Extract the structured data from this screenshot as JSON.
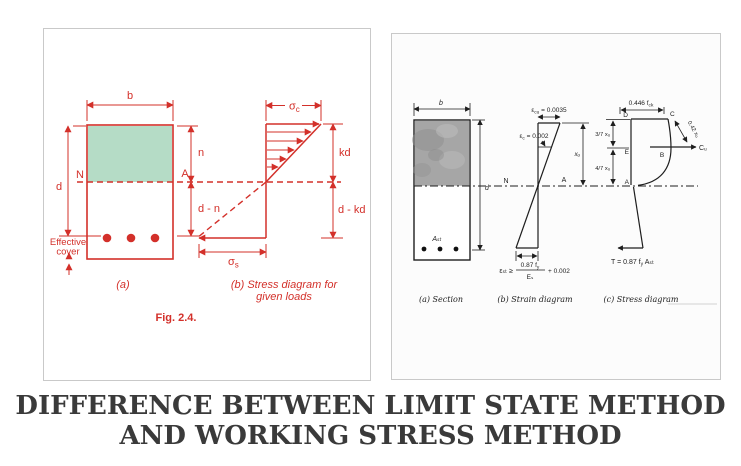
{
  "title": {
    "line1": "DIFFERENCE BETWEEN LIMIT STATE METHOD",
    "line2": "AND WORKING STRESS METHOD"
  },
  "colors": {
    "figure_red": "#d3302a",
    "compression_green": "#b5dcc6",
    "ink_black": "#1e1e1e",
    "panel_border": "#c9c9c9",
    "title_color": "#3a3a3a",
    "concrete_gray": "#a6a6a6"
  },
  "wsm": {
    "dim_b": "b",
    "dim_d": "d",
    "dim_n": "n",
    "dim_dn": "d - n",
    "dim_kd": "kd",
    "dim_dkd": "d - kd",
    "na_n": "N",
    "na_a": "A",
    "cover1": "Effective",
    "cover2": "cover",
    "sigc_base": "σ",
    "sigc_sub": "c",
    "sigs_base": "σ",
    "sigs_sub": "s",
    "cap_a": "(a)",
    "cap_b1": "(b) Stress diagram for",
    "cap_b2": "given loads",
    "fig": "Fig. 2.4."
  },
  "lsm": {
    "section": {
      "b_label": "b",
      "d_label": "d",
      "ast_label": "Aₛₜ",
      "caption": "(a)  Section"
    },
    "na": {
      "n": "N",
      "a": "A"
    },
    "strain": {
      "ecu_base": "ε",
      "ecu_sub": "cu",
      "ecu_rest": " = 0.0035",
      "ec_base": "ε",
      "ec_sub": "c",
      "ec_rest": " = 0.002",
      "xu_label": "xᵤ",
      "f_lhs": "εₛₜ ≥",
      "f_num_base": "0.87 f",
      "f_num_sub": "y",
      "f_den": "Eₛ",
      "f_rhs": "+ 0.002",
      "caption": "(b) Strain diagram"
    },
    "stress": {
      "top_base": "0.446 f",
      "top_sub": "ck",
      "seg1": "3/7 xᵤ",
      "seg2": "4/7 xᵤ",
      "d_pt": "D",
      "c_pt": "C",
      "e_pt": "E",
      "b_pt": "B",
      "a_pt": "A",
      "c042": "0.42 xᵤ",
      "cu_label": "Cᵤ",
      "t_base": "T = 0.87 f",
      "t_sub": "y",
      "t_rest": " Aₛₜ",
      "caption": "(c) Stress diagram"
    }
  }
}
